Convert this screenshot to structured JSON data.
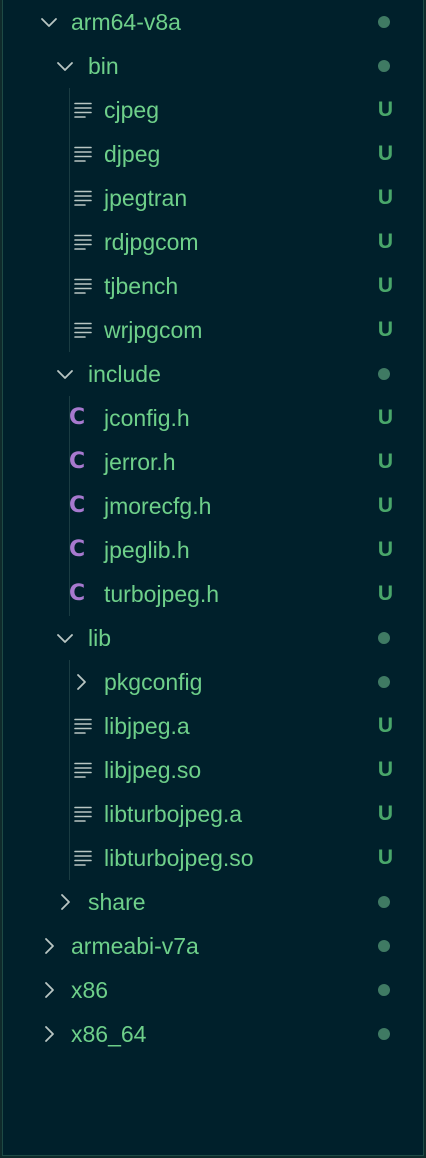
{
  "explorer": {
    "items": [
      {
        "label": "arm64-v8a",
        "kind": "folder",
        "expanded": true,
        "depth": 0,
        "status": "dot"
      },
      {
        "label": "bin",
        "kind": "folder",
        "expanded": true,
        "depth": 1,
        "status": "dot"
      },
      {
        "label": "cjpeg",
        "kind": "file",
        "depth": 2,
        "status": "U"
      },
      {
        "label": "djpeg",
        "kind": "file",
        "depth": 2,
        "status": "U"
      },
      {
        "label": "jpegtran",
        "kind": "file",
        "depth": 2,
        "status": "U"
      },
      {
        "label": "rdjpgcom",
        "kind": "file",
        "depth": 2,
        "status": "U"
      },
      {
        "label": "tjbench",
        "kind": "file",
        "depth": 2,
        "status": "U"
      },
      {
        "label": "wrjpgcom",
        "kind": "file",
        "depth": 2,
        "status": "U"
      },
      {
        "label": "include",
        "kind": "folder",
        "expanded": true,
        "depth": 1,
        "status": "dot"
      },
      {
        "label": "jconfig.h",
        "kind": "c-header",
        "depth": 2,
        "status": "U"
      },
      {
        "label": "jerror.h",
        "kind": "c-header",
        "depth": 2,
        "status": "U"
      },
      {
        "label": "jmorecfg.h",
        "kind": "c-header",
        "depth": 2,
        "status": "U"
      },
      {
        "label": "jpeglib.h",
        "kind": "c-header",
        "depth": 2,
        "status": "U"
      },
      {
        "label": "turbojpeg.h",
        "kind": "c-header",
        "depth": 2,
        "status": "U"
      },
      {
        "label": "lib",
        "kind": "folder",
        "expanded": true,
        "depth": 1,
        "status": "dot"
      },
      {
        "label": "pkgconfig",
        "kind": "folder",
        "expanded": false,
        "depth": 2,
        "status": "dot"
      },
      {
        "label": "libjpeg.a",
        "kind": "file",
        "depth": 2,
        "status": "U"
      },
      {
        "label": "libjpeg.so",
        "kind": "file",
        "depth": 2,
        "status": "U"
      },
      {
        "label": "libturbojpeg.a",
        "kind": "file",
        "depth": 2,
        "status": "U"
      },
      {
        "label": "libturbojpeg.so",
        "kind": "file",
        "depth": 2,
        "status": "U"
      },
      {
        "label": "share",
        "kind": "folder",
        "expanded": false,
        "depth": 1,
        "status": "dot"
      },
      {
        "label": "armeabi-v7a",
        "kind": "folder",
        "expanded": false,
        "depth": 0,
        "status": "dot"
      },
      {
        "label": "x86",
        "kind": "folder",
        "expanded": false,
        "depth": 0,
        "status": "dot"
      },
      {
        "label": "x86_64",
        "kind": "folder",
        "expanded": false,
        "depth": 0,
        "status": "dot"
      }
    ]
  },
  "icons": {
    "expanded_folder": "chevron-down-icon",
    "collapsed_folder": "chevron-right-icon",
    "file": "lines-file-icon",
    "c_header": "c-letter-icon"
  },
  "colors": {
    "background": "#00202b",
    "text": "#6ed08a",
    "untracked": "#49a66a",
    "modified_dot": "#3f7a63",
    "c_icon": "#a779cf",
    "chevron": "#b9c6c3"
  }
}
